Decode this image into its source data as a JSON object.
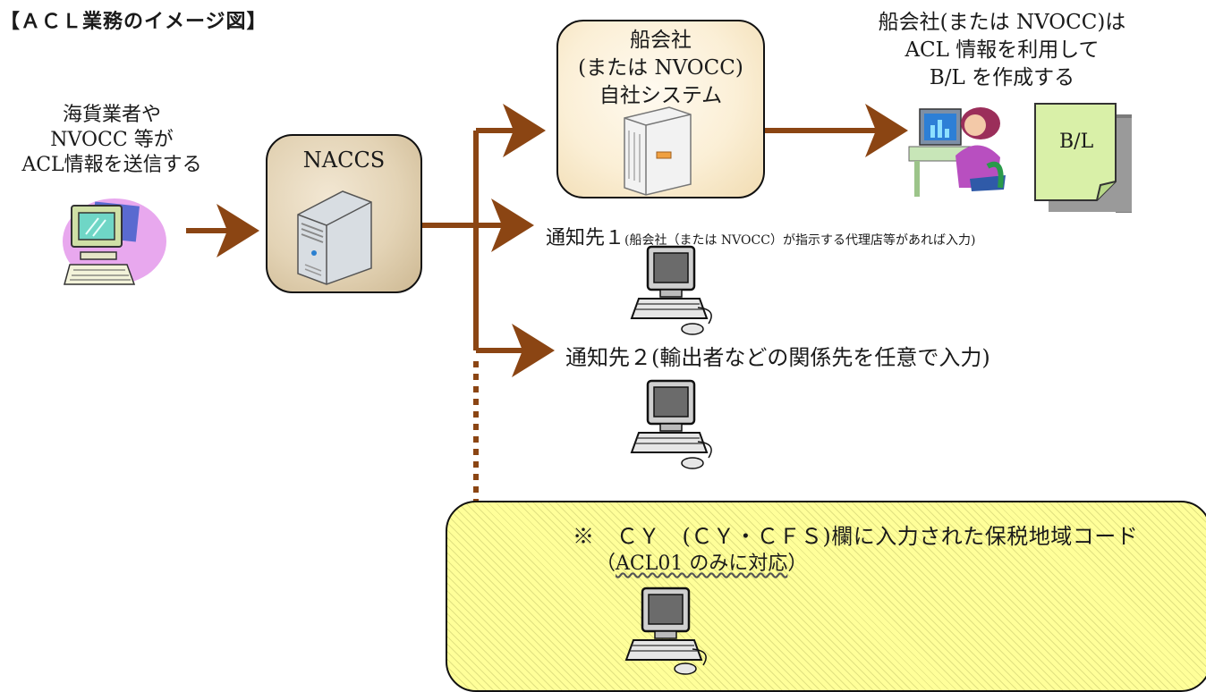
{
  "title": "【ＡＣＬ業務のイメージ図】",
  "sender": {
    "lines": [
      "海貨業者や",
      "NVOCC 等が",
      "ACL情報を送信する"
    ],
    "icon": "computer-icon"
  },
  "naccs": {
    "label": "NACCS",
    "icon": "server-icon"
  },
  "carrier": {
    "lines": [
      "船会社",
      "(または NVOCC)",
      "自社システム"
    ],
    "icon": "server-icon"
  },
  "carrier_note": {
    "lines": [
      "船会社(または NVOCC)は",
      "ACL 情報を利用して",
      "B/L を作成する"
    ],
    "icon": "operator-icon"
  },
  "bl": {
    "label": "B/L",
    "icon": "document-icon"
  },
  "notify1": {
    "main": "通知先１",
    "note": "(船会社（または NVOCC）が指示する代理店等があれば入力)",
    "icon": "computer-icon"
  },
  "notify2": {
    "label": "通知先２(輸出者などの関係先を任意で入力)",
    "icon": "computer-icon"
  },
  "cy": {
    "line1": "※　ＣＹ　(ＣＹ・ＣＦＳ)欄に入力された保税地域コード",
    "line2_open": "（",
    "line2_code": "ACL01 のみに対応",
    "line2_close": "）",
    "icon": "computer-icon"
  },
  "colors": {
    "arrow": "#8b4513",
    "box_border": "#111111",
    "cy_box_fill": "#ffff99"
  }
}
